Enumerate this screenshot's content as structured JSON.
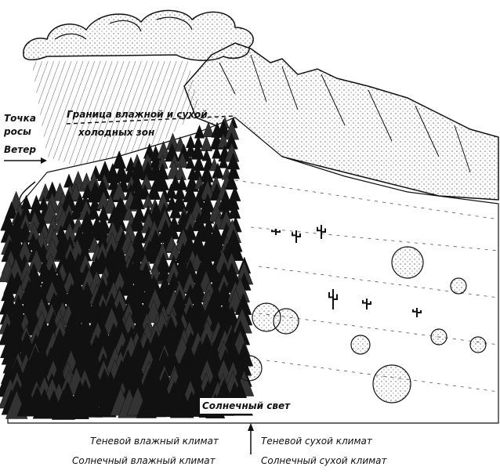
{
  "labels": {
    "dew_point_line1": "Точка",
    "dew_point_line2": "росы",
    "wind": "Ветер",
    "boundary_line1": "Граница влажной и сухой",
    "boundary_line2": "холодных зон",
    "sunlight": "Солнечный свет",
    "shade_wet": "Теневой влажный климат",
    "sun_wet": "Солнечный влажный климат",
    "shade_dry": "Теневой сухой климат",
    "sun_dry": "Солнечный сухой климат"
  },
  "colors": {
    "ink": "#111111",
    "paper": "#ffffff"
  }
}
